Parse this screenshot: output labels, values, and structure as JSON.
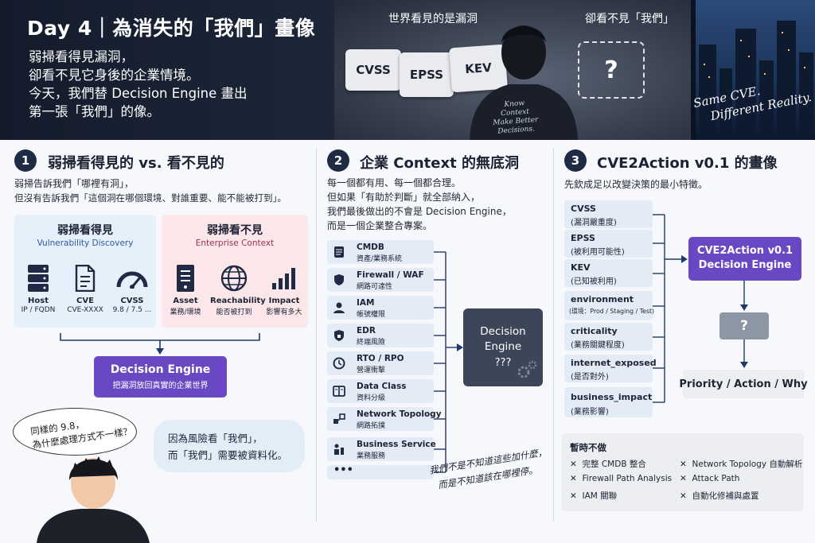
{
  "header": {
    "title": "Day 4｜為消失的「我們」畫像",
    "lines": [
      "弱掃看得見漏洞，",
      "卻看不見它身後的企業情境。",
      "今天，我們替 Decision Engine 畫出",
      "第一張「我們」的像。"
    ],
    "caption_left": "世界看見的是漏洞",
    "caption_right": "卻看不見「我們」",
    "pieces": [
      "CVSS",
      "EPSS",
      "KEV"
    ],
    "missing_piece": "?",
    "hoodie_text": [
      "Know",
      "Context",
      "Make Better",
      "Decisions."
    ],
    "slogan": [
      "Same CVE.",
      "Different Reality."
    ]
  },
  "section1": {
    "number": "1",
    "title": "弱掃看得見的 vs. 看不見的",
    "intro": [
      "弱掃告訴我們「哪裡有洞」，",
      "但沒有告訴我們「這個洞在哪個環境、對誰重要、能不能被打到」。"
    ],
    "visible_box": {
      "title": "弱掃看得見",
      "subtitle": "Vulnerability Discovery",
      "items": [
        {
          "label": "Host",
          "desc": "IP / FQDN",
          "icon": "server-icon"
        },
        {
          "label": "CVE",
          "desc": "CVE-XXXX",
          "icon": "document-icon"
        },
        {
          "label": "CVSS",
          "desc": "9.8 / 7.5 ...",
          "icon": "gauge-icon"
        }
      ]
    },
    "invisible_box": {
      "title": "弱掃看不見",
      "subtitle": "Enterprise Context",
      "items": [
        {
          "label": "Asset",
          "desc": "業務/環境",
          "icon": "asset-icon"
        },
        {
          "label": "Reachability",
          "desc": "能否被打到",
          "icon": "globe-icon"
        },
        {
          "label": "Impact",
          "desc": "影響有多大",
          "icon": "bar-chart-icon"
        }
      ]
    },
    "engine": {
      "title": "Decision Engine",
      "subtitle": "把漏洞放回真實的企業世界"
    },
    "bubble_question": [
      "同樣的 9.8，",
      "為什麼處理方式不一樣？"
    ],
    "bubble_answer": [
      "因為風險看「我們」，",
      "而「我們」需要被資料化。"
    ]
  },
  "section2": {
    "number": "2",
    "title": "企業 Context 的無底洞",
    "intro": [
      "每一個都有用、每一個都合理。",
      "但如果「有助於判斷」就全部納入，",
      "我們最後做出的不會是 Decision Engine，",
      "而是一個企業整合專案。"
    ],
    "sources": [
      {
        "name": "CMDB",
        "desc": "資產/業務系統",
        "icon": "database-icon"
      },
      {
        "name": "Firewall / WAF",
        "desc": "網路可達性",
        "icon": "shield-icon"
      },
      {
        "name": "IAM",
        "desc": "帳號權限",
        "icon": "user-icon"
      },
      {
        "name": "EDR",
        "desc": "終端風險",
        "icon": "shield-lock-icon"
      },
      {
        "name": "RTO / RPO",
        "desc": "營運衝擊",
        "icon": "clock-icon"
      },
      {
        "name": "Data Class",
        "desc": "資料分級",
        "icon": "data-class-icon"
      },
      {
        "name": "Network Topology",
        "desc": "網路拓撲",
        "icon": "topology-icon"
      },
      {
        "name": "Business Service",
        "desc": "業務服務",
        "icon": "business-icon"
      }
    ],
    "more": "•••",
    "engine": {
      "line1": "Decision",
      "line2": "Engine",
      "line3": "???"
    },
    "note": [
      "我們不是不知道這些加什麼，",
      "而是不知道該在哪裡停。"
    ]
  },
  "section3": {
    "number": "3",
    "title": "CVE2Action v0.1 的畫像",
    "intro": "先欽成足以改變決策的最小特徵。",
    "features": [
      {
        "name": "CVSS",
        "desc": "(漏洞嚴重度)"
      },
      {
        "name": "EPSS",
        "desc": "(被利用可能性)"
      },
      {
        "name": "KEV",
        "desc": "(已知被利用)"
      },
      {
        "name": "environment",
        "desc": "(環境：Prod / Staging / Test)"
      },
      {
        "name": "criticality",
        "desc": "(業務關鍵程度)"
      },
      {
        "name": "internet_exposed",
        "desc": "(是否對外)"
      },
      {
        "name": "business_impact",
        "desc": "(業務影響)"
      }
    ],
    "engine": {
      "line1": "CVE2Action v0.1",
      "line2": "Decision Engine"
    },
    "unknown": "?",
    "output": "Priority / Action / Why",
    "not_now": {
      "title": "暫時不做",
      "left": [
        "完整 CMDB 整合",
        "Firewall Path Analysis",
        "IAM 關聯"
      ],
      "right": [
        "Network Topology 自動解析",
        "Attack Path",
        "自動化修補與處置"
      ],
      "mark": "✕"
    }
  },
  "colors": {
    "purple": "#6a48c3",
    "navy": "#1f2a44",
    "light_blue": "#e2ebf6",
    "pink": "#fbe7ea",
    "dark_engine": "#3c4658"
  }
}
